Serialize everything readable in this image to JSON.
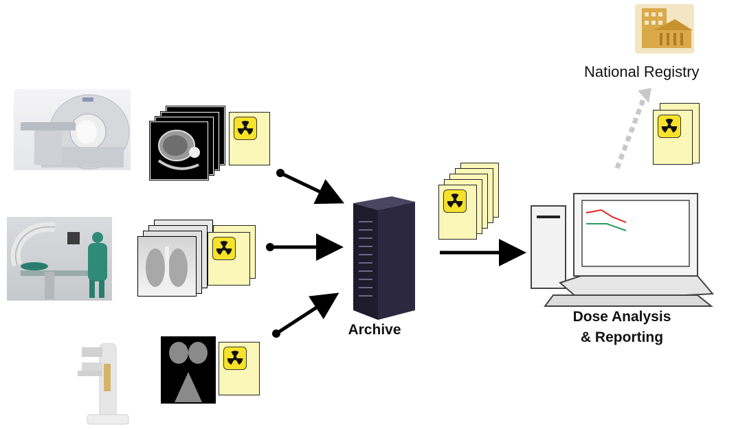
{
  "labels": {
    "archive": "Archive",
    "dose_line1": "Dose Analysis",
    "dose_line2": "& Reporting",
    "registry": "National Registry"
  },
  "colors": {
    "report_paper": "#fbf7b8",
    "radiation_badge": "#f7e22a",
    "registry_icon": "#d9a94a",
    "arrow": "#000000",
    "registry_arrow": "#c8c8c8"
  },
  "icons": {
    "radiation": "radiation-trefoil-icon",
    "registry": "government-building-icon",
    "server": "server-rack-icon",
    "workstation": "computer-workstation-icon"
  }
}
